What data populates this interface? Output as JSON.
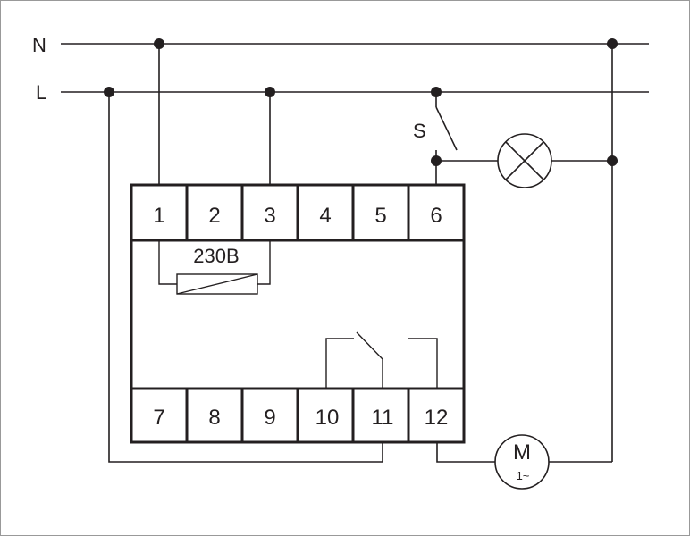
{
  "lines": {
    "neutral": "N",
    "live": "L"
  },
  "terminals_top": [
    "1",
    "2",
    "3",
    "4",
    "5",
    "6"
  ],
  "terminals_bottom": [
    "7",
    "8",
    "9",
    "10",
    "11",
    "12"
  ],
  "coil_voltage": "230B",
  "switch_label": "S",
  "motor": {
    "symbol": "M",
    "phase": "1~"
  },
  "colors": {
    "ink": "#231f20",
    "frame": "#999999",
    "background": "#ffffff"
  }
}
